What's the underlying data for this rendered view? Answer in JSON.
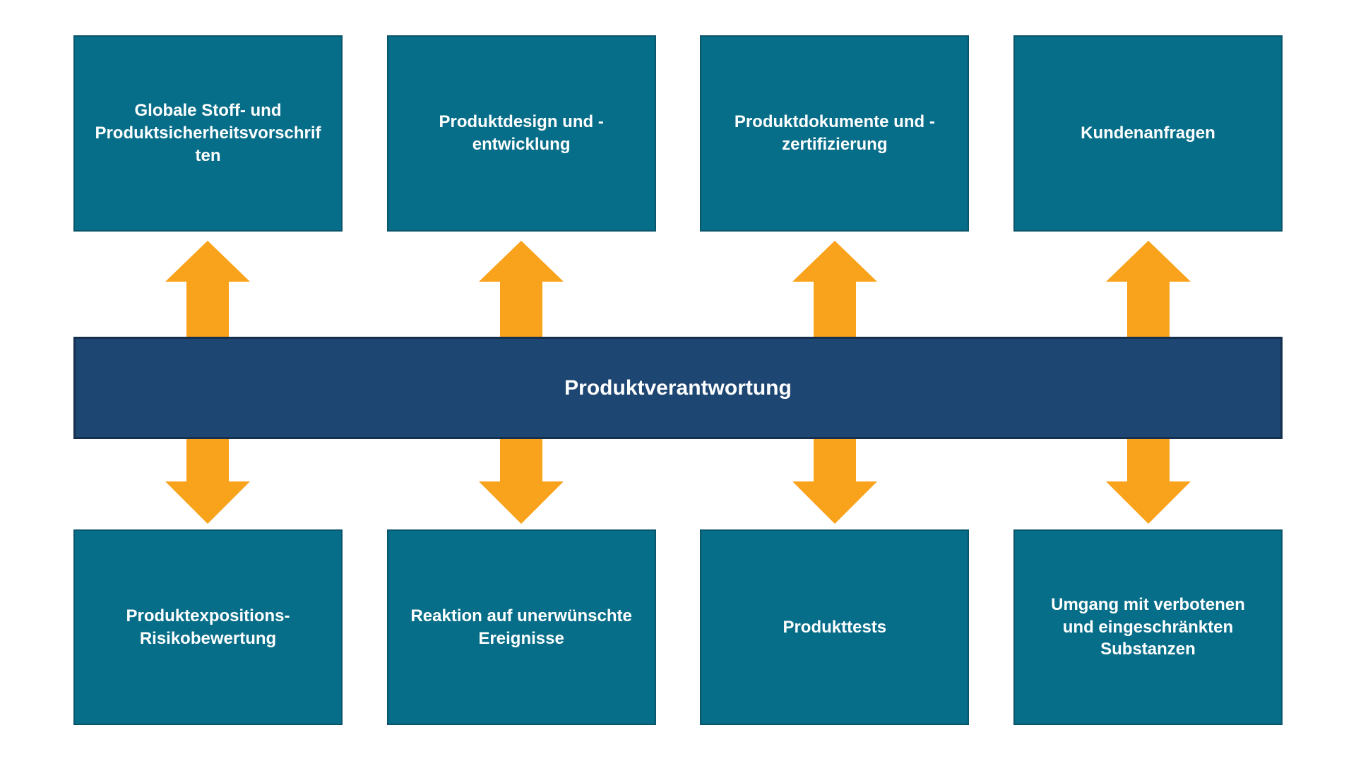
{
  "diagram": {
    "center": {
      "label": "Produktverantwortung"
    },
    "top_boxes": [
      {
        "label": "Globale Stoff- und\nProduktsicherheitsvorschrif\nten"
      },
      {
        "label": "Produktdesign und -\nentwicklung"
      },
      {
        "label": "Produktdokumente und -\nzertifizierung"
      },
      {
        "label": "Kundenanfragen"
      }
    ],
    "bottom_boxes": [
      {
        "label": "Produktexpositions-\nRisikobewertung"
      },
      {
        "label": "Reaktion auf unerwünschte\nEreignisse"
      },
      {
        "label": "Produkttests"
      },
      {
        "label": "Umgang mit verbotenen\nund eingeschränkten\nSubstanzen"
      }
    ],
    "colors": {
      "box_fill": "#076E89",
      "box_border": "#09556B",
      "bar_fill": "#1E4672",
      "bar_border": "#15304E",
      "arrow": "#F9A21B",
      "text": "#FFFFFF",
      "background": "#FFFFFF"
    }
  }
}
